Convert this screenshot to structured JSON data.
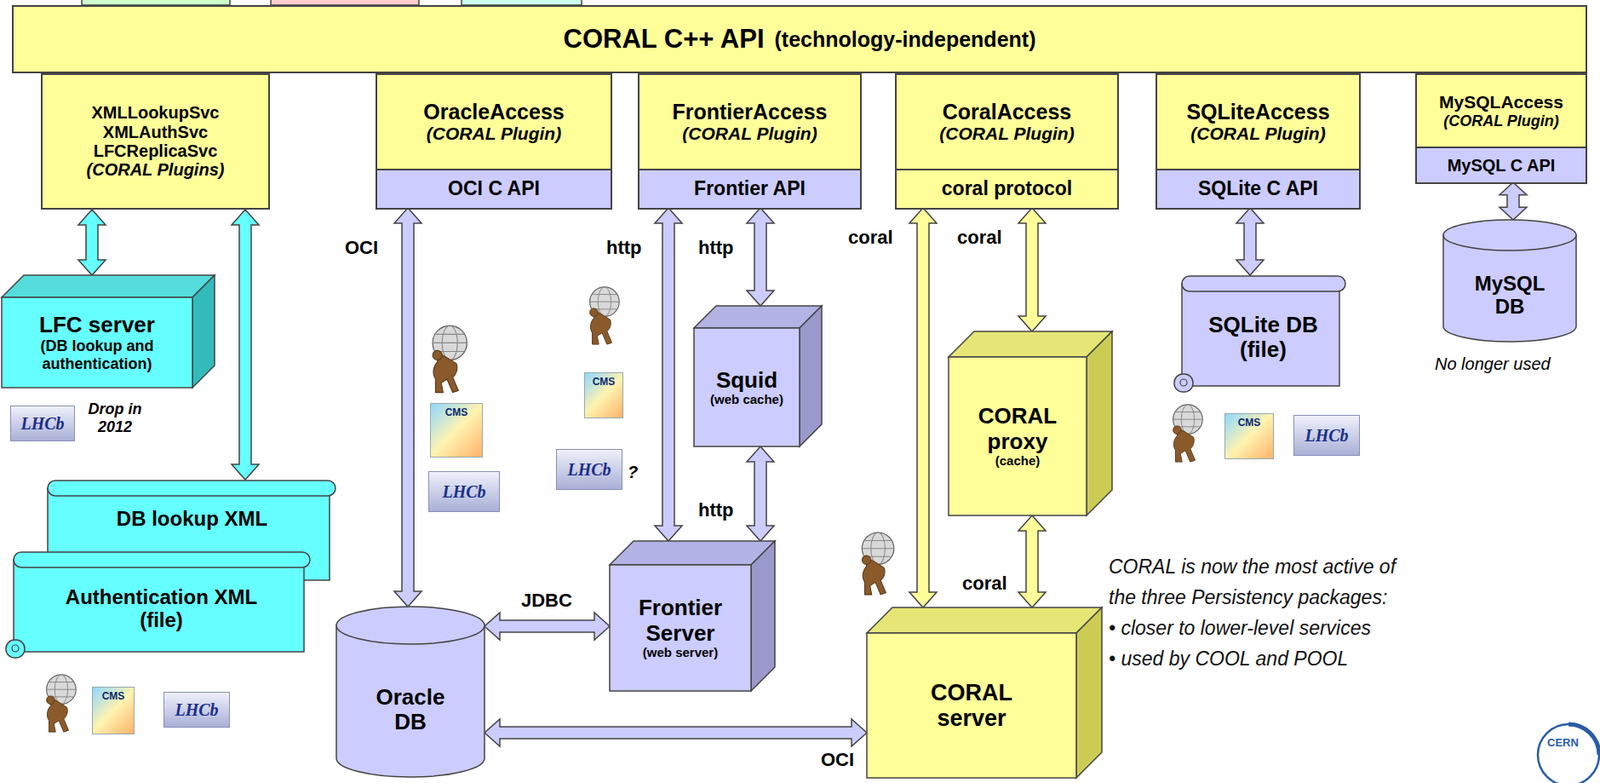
{
  "diagram": {
    "nodes": [
      {
        "text": [
          "CORAL C++ API",
          "(technology-independent)"
        ]
      },
      {
        "text": [
          "XMLLookupSvc XMLAuthSvc LFCReplicaSvc",
          "(CORAL Plugins)"
        ]
      },
      {
        "text": [
          "OracleAccess",
          "(CORAL Plugin)"
        ]
      },
      {
        "text": [
          "OCI C API"
        ],
        "in": 2
      },
      {
        "text": [
          "FrontierAccess",
          "(CORAL Plugin)"
        ]
      },
      {
        "text": [
          "Frontier API"
        ],
        "in": 4
      },
      {
        "text": [
          "CoralAccess",
          "(CORAL Plugin)"
        ]
      },
      {
        "text": [
          "coral protocol"
        ],
        "in": 6
      },
      {
        "text": [
          "SQLiteAccess",
          "(CORAL Plugin)"
        ]
      },
      {
        "text": [
          "SQLite C API"
        ],
        "in": 8
      },
      {
        "text": [
          "MySQLAccess",
          "(CORAL Plugin)"
        ]
      },
      {
        "text": [
          "MySQL C API"
        ],
        "in": 10
      },
      {
        "text": [
          "LFC server",
          "(DB lookup and authentication)"
        ]
      },
      {
        "text": [
          "Squid",
          "(web cache)"
        ]
      },
      {
        "text": [
          "CORAL proxy",
          "(cache)"
        ]
      },
      {
        "text": [
          "SQLite DB (file)"
        ]
      },
      {
        "text": [
          "MySQL DB"
        ]
      },
      {
        "text": [
          "DB lookup XML"
        ]
      },
      {
        "text": [
          "Authentication XML (file)"
        ]
      },
      {
        "text": [
          "Oracle DB"
        ]
      },
      {
        "text": [
          "Frontier Server",
          "(web server)"
        ]
      },
      {
        "text": [
          "CORAL server"
        ]
      }
    ],
    "edges": [
      {
        "from": 1,
        "to": 12,
        "arrow": "both"
      },
      {
        "from": 1,
        "to": 17,
        "arrow": "both"
      },
      {
        "from": 3,
        "to": 19,
        "label": "OCI",
        "arrow": "both"
      },
      {
        "from": 5,
        "to": 20,
        "label": "http",
        "arrow": "both"
      },
      {
        "from": 5,
        "to": 13,
        "label": "http",
        "arrow": "both"
      },
      {
        "from": 13,
        "to": 20,
        "label": "http",
        "arrow": "both"
      },
      {
        "from": 7,
        "to": 21,
        "label": "coral",
        "arrow": "both"
      },
      {
        "from": 7,
        "to": 14,
        "label": "coral",
        "arrow": "both"
      },
      {
        "from": 14,
        "to": 21,
        "label": "coral",
        "arrow": "both"
      },
      {
        "from": 9,
        "to": 15,
        "arrow": "both"
      },
      {
        "from": 11,
        "to": 16,
        "arrow": "both"
      },
      {
        "from": 19,
        "to": 20,
        "label": "JDBC",
        "arrow": "both"
      },
      {
        "from": 19,
        "to": 21,
        "label": "OCI",
        "arrow": "both"
      }
    ],
    "labels": [
      "LHCb",
      "Drop in 2012",
      "CMS",
      "LHCb",
      "CMS",
      "LHCb",
      "CMS",
      "LHCb",
      "?",
      "CMS",
      "LHCb",
      "No longer used",
      "CORAL is now the most active of the three Persistency packages:",
      "• closer to lower-level services",
      "• used by COOL and POOL",
      "CERN"
    ]
  }
}
